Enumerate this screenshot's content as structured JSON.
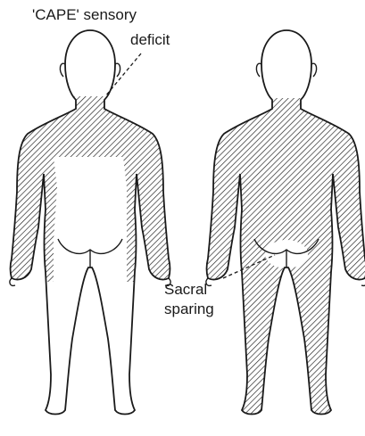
{
  "labels": {
    "cape_line1": "'CAPE' sensory",
    "cape_line2": "deficit",
    "sacral_line1": "Sacral",
    "sacral_line2": "sparing"
  },
  "colors": {
    "ink": "#1a1a1a",
    "paper": "#ffffff"
  },
  "figures": [
    {
      "view": "posterior",
      "shaded_region": "cape (shoulders, upper back, arms)"
    },
    {
      "view": "posterior",
      "shaded_region": "whole body below neck except sacral area"
    }
  ]
}
